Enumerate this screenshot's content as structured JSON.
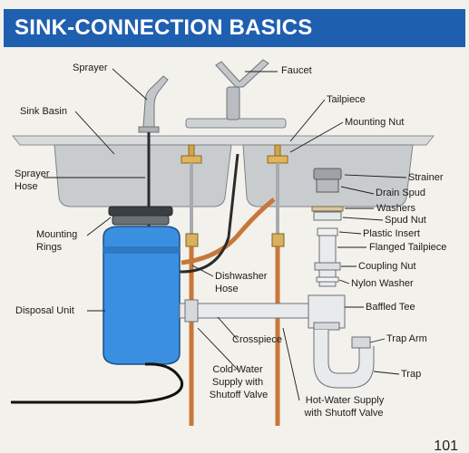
{
  "title": "SINK-CONNECTION BASICS",
  "page_number": "101",
  "colors": {
    "banner": "#1f5fb0",
    "disposal": "#3a8fe0",
    "copper": "#c8773a",
    "steel": "#bfc3c6",
    "pvc": "#e6e8ea"
  },
  "labels": {
    "sprayer": "Sprayer",
    "faucet": "Faucet",
    "tailpiece": "Tailpiece",
    "sink_basin": "Sink Basin",
    "mounting_nut": "Mounting Nut",
    "sprayer_hose_1": "Sprayer",
    "sprayer_hose_2": "Hose",
    "strainer": "Strainer",
    "drain_spud": "Drain Spud",
    "washers": "Washers",
    "spud_nut": "Spud Nut",
    "mounting_rings_1": "Mounting",
    "mounting_rings_2": "Rings",
    "plastic_insert": "Plastic Insert",
    "flanged_tailpiece": "Flanged Tailpiece",
    "coupling_nut": "Coupling Nut",
    "dishwasher_hose_1": "Dishwasher",
    "dishwasher_hose_2": "Hose",
    "nylon_washer": "Nylon Washer",
    "disposal_unit": "Disposal Unit",
    "baffled_tee": "Baffled Tee",
    "crosspiece": "Crosspiece",
    "trap_arm": "Trap Arm",
    "cold_water_1": "Cold-Water",
    "cold_water_2": "Supply with",
    "cold_water_3": "Shutoff Valve",
    "trap": "Trap",
    "hot_water_1": "Hot-Water Supply",
    "hot_water_2": "with Shutoff Valve"
  }
}
